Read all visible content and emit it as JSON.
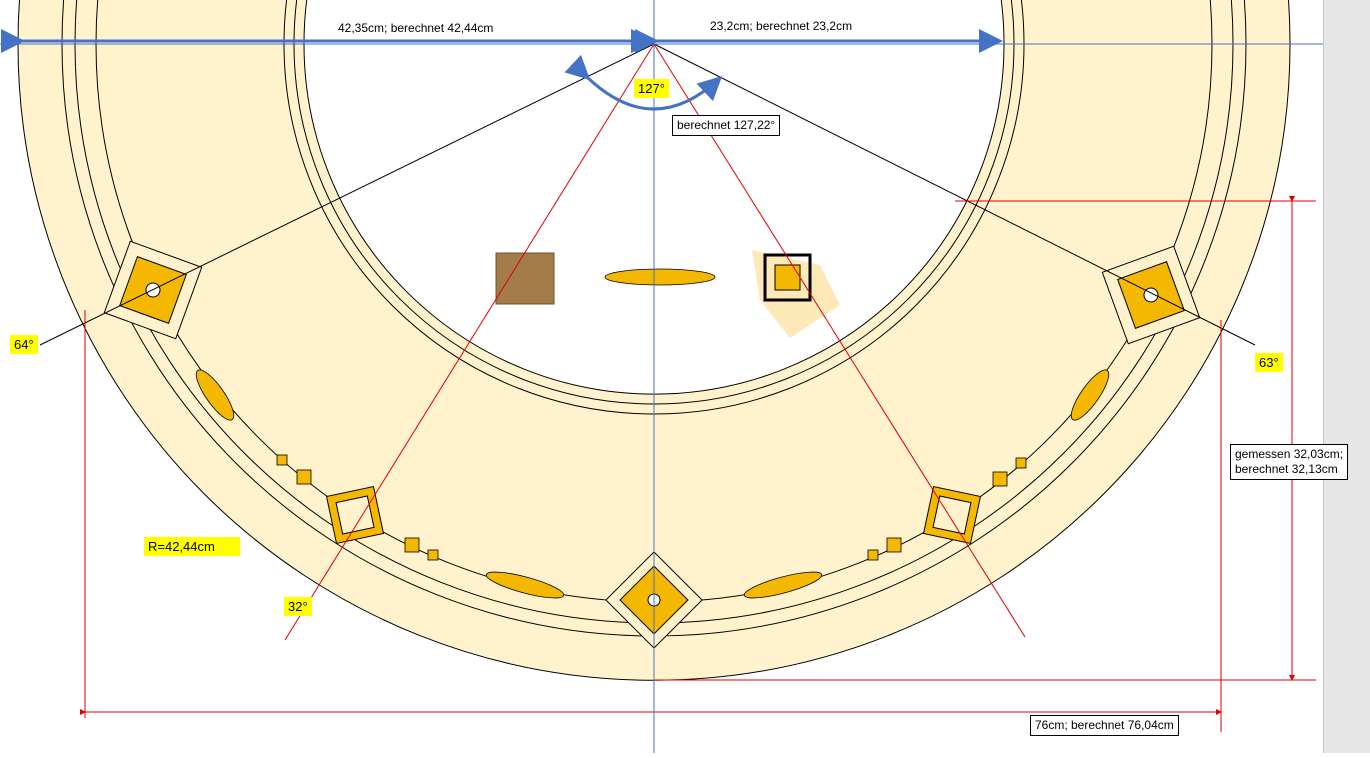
{
  "dimensions": {
    "top_left": "42,35cm; berechnet 42,44cm",
    "top_right": "23,2cm; berechnet 23,2cm",
    "height": "gemessen 32,03cm;",
    "height_line2": "berechnet 32,13cm",
    "width": "76cm; berechnet 76,04cm",
    "radius": "R=42,44cm"
  },
  "angles": {
    "top": "127°",
    "top_calc": "berechnet 127,22°",
    "left": "64°",
    "right": "63°",
    "lower_left": "32°"
  },
  "colors": {
    "ring_fill": "#fff2cc",
    "ornament": "#f5b800",
    "dimension_blue": "#4472c4",
    "construction_red": "#e00000",
    "label_yellow": "#ffff00"
  }
}
